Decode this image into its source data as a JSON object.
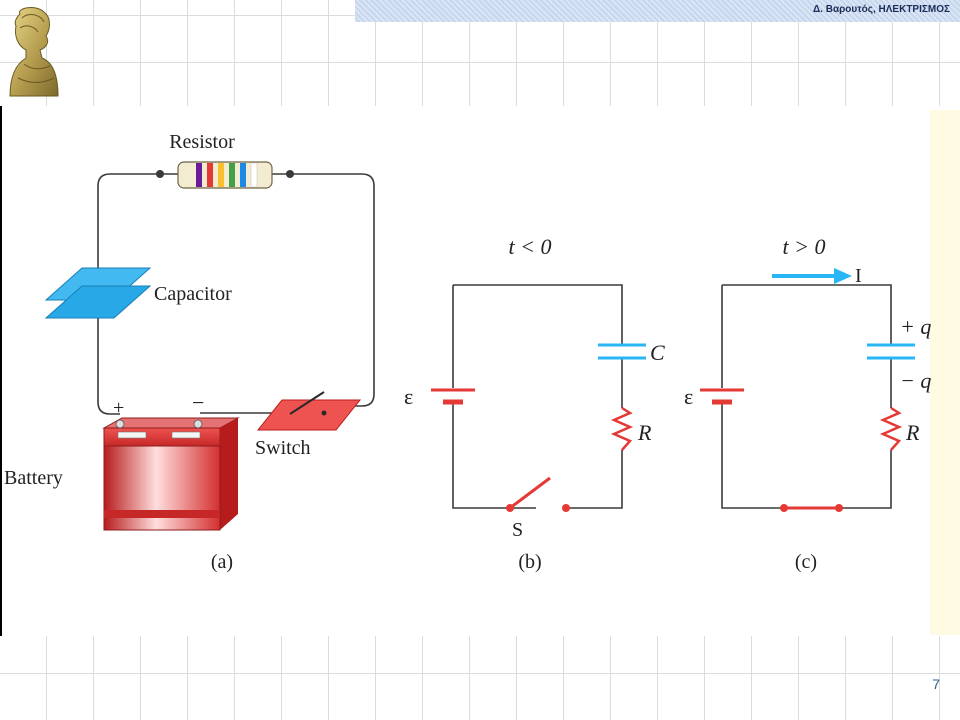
{
  "header": {
    "author": "Δ. Βαρουτός, ΗΛΕΚΤΡΙΣΜΟΣ"
  },
  "figure": {
    "a": {
      "resistor_label": "Resistor",
      "capacitor_label": "Capacitor",
      "switch_label": "Switch",
      "battery_label": "Battery",
      "plus": "+",
      "minus": "−",
      "caption": "(a)"
    },
    "b": {
      "condition": "t < 0",
      "emf": "ε",
      "capacitor": "C",
      "resistor": "R",
      "switch": "S",
      "caption": "(b)"
    },
    "c": {
      "condition": "t > 0",
      "current": "I",
      "emf": "ε",
      "charge_plus": "+ q",
      "charge_minus": "− q",
      "resistor": "R",
      "caption": "(c)"
    }
  },
  "footer": {
    "page_number": "7"
  },
  "colors": {
    "wire": "#3a3a3a",
    "battery_red": "#e53935",
    "capacitor_cyan": "#29b6f6",
    "current_arrow": "#29b6f6",
    "header_blue": "#1c2d57",
    "page_number": "#2c5f8a"
  },
  "icons": {
    "logo": "bust-statue-icon"
  }
}
